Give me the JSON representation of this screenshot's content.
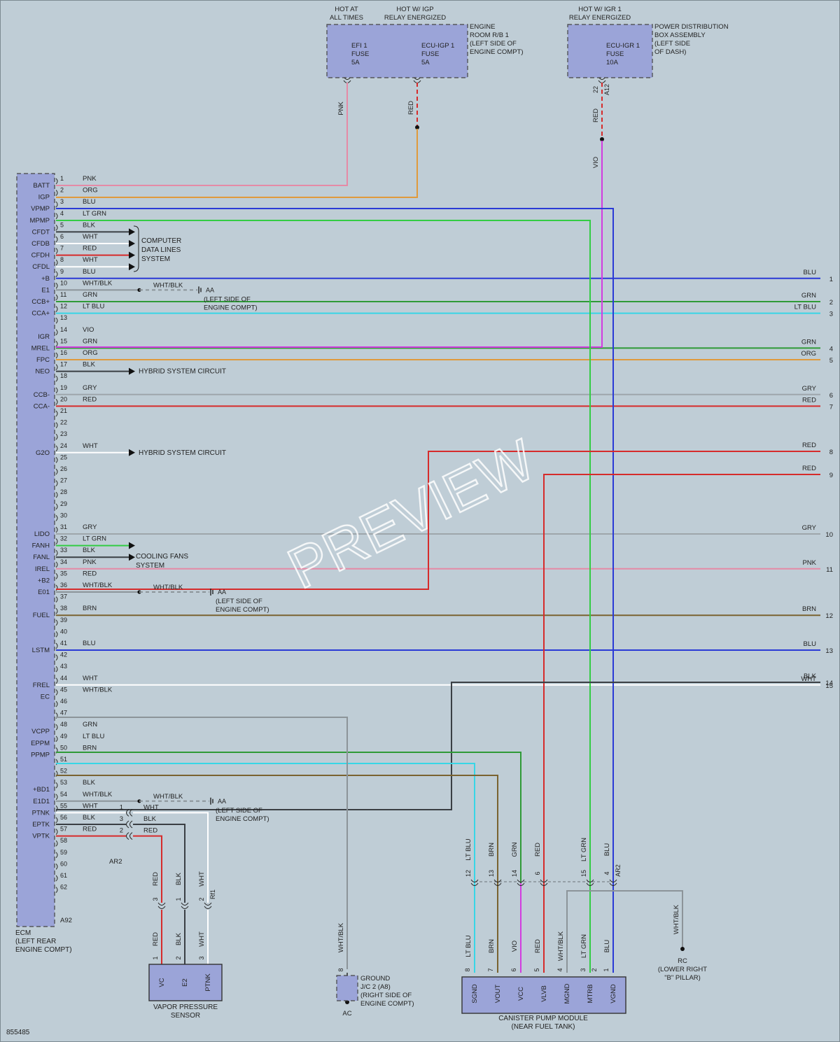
{
  "diagram_id": "855485",
  "watermark": "PREVIEW",
  "colors": {
    "PNK": "#e58aa6",
    "ORG": "#e09a3c",
    "BLU": "#2a3ad6",
    "LT GRN": "#33cc44",
    "BLK": "#3a3f44",
    "WHT": "#ffffff",
    "RED": "#d62b2b",
    "WHT/BLK": "#8c9499",
    "GRN": "#2f9a37",
    "LT BLU": "#38d6e6",
    "VIO": "#d23ce0",
    "GRY": "#9ea6ab",
    "BRN": "#7a6330"
  },
  "power_sources": [
    {
      "header": [
        "HOT AT",
        "ALL TIMES"
      ]
    },
    {
      "header": [
        "HOT W/ IGP",
        "RELAY ENERGIZED"
      ]
    },
    {
      "header": [
        "HOT W/ IGR 1",
        "RELAY ENERGIZED"
      ]
    }
  ],
  "fuse_boxes": [
    {
      "label": [
        "ENGINE",
        "ROOM R/B 1",
        "(LEFT SIDE OF",
        "ENGINE COMPT)"
      ]
    },
    {
      "label": [
        "POWER DISTRIBUTION",
        "BOX ASSEMBLY",
        "(LEFT SIDE",
        "OF DASH)"
      ]
    }
  ],
  "fuses": [
    {
      "lines": [
        "EFI 1",
        "FUSE",
        "5A"
      ]
    },
    {
      "lines": [
        "ECU-IGP 1",
        "FUSE",
        "5A"
      ]
    },
    {
      "lines": [
        "ECU-IGR 1",
        "FUSE",
        "10A"
      ]
    }
  ],
  "fuse_wires": [
    {
      "color": "PNK"
    },
    {
      "color": "RED"
    },
    {
      "color": "RED"
    },
    {
      "color": "VIO"
    }
  ],
  "fuse_connector": {
    "pin": "22",
    "name": "A12"
  },
  "ecm": {
    "label": [
      "ECM",
      "(LEFT REAR",
      "ENGINE COMPT)"
    ],
    "connector": "A92",
    "pins": [
      {
        "pin": "1",
        "term": "BATT",
        "wire": "PNK"
      },
      {
        "pin": "2",
        "term": "IGP",
        "wire": "ORG"
      },
      {
        "pin": "3",
        "term": "VPMP",
        "wire": "BLU"
      },
      {
        "pin": "4",
        "term": "MPMP",
        "wire": "LT GRN"
      },
      {
        "pin": "5",
        "term": "CFDT",
        "wire": "BLK"
      },
      {
        "pin": "6",
        "term": "CFDB",
        "wire": "WHT"
      },
      {
        "pin": "7",
        "term": "CFDH",
        "wire": "RED"
      },
      {
        "pin": "8",
        "term": "CFDL",
        "wire": "WHT"
      },
      {
        "pin": "9",
        "term": "+B",
        "wire": "BLU"
      },
      {
        "pin": "10",
        "term": "E1",
        "wire": "WHT/BLK"
      },
      {
        "pin": "11",
        "term": "CCB+",
        "wire": "GRN"
      },
      {
        "pin": "12",
        "term": "CCA+",
        "wire": "LT BLU"
      },
      {
        "pin": "13",
        "term": "",
        "wire": ""
      },
      {
        "pin": "14",
        "term": "IGR",
        "wire": "VIO"
      },
      {
        "pin": "15",
        "term": "MREL",
        "wire": "GRN"
      },
      {
        "pin": "16",
        "term": "FPC",
        "wire": "ORG"
      },
      {
        "pin": "17",
        "term": "NEO",
        "wire": "BLK"
      },
      {
        "pin": "18",
        "term": "",
        "wire": ""
      },
      {
        "pin": "19",
        "term": "CCB-",
        "wire": "GRY"
      },
      {
        "pin": "20",
        "term": "CCA-",
        "wire": "RED"
      },
      {
        "pin": "21",
        "term": "",
        "wire": ""
      },
      {
        "pin": "22",
        "term": "",
        "wire": ""
      },
      {
        "pin": "23",
        "term": "",
        "wire": ""
      },
      {
        "pin": "24",
        "term": "G2O",
        "wire": "WHT"
      },
      {
        "pin": "25",
        "term": "",
        "wire": ""
      },
      {
        "pin": "26",
        "term": "",
        "wire": ""
      },
      {
        "pin": "27",
        "term": "",
        "wire": ""
      },
      {
        "pin": "28",
        "term": "",
        "wire": ""
      },
      {
        "pin": "29",
        "term": "",
        "wire": ""
      },
      {
        "pin": "30",
        "term": "",
        "wire": ""
      },
      {
        "pin": "31",
        "term": "LIDO",
        "wire": "GRY"
      },
      {
        "pin": "32",
        "term": "FANH",
        "wire": "LT GRN"
      },
      {
        "pin": "33",
        "term": "FANL",
        "wire": "BLK"
      },
      {
        "pin": "34",
        "term": "IREL",
        "wire": "PNK"
      },
      {
        "pin": "35",
        "term": "+B2",
        "wire": "RED"
      },
      {
        "pin": "36",
        "term": "E01",
        "wire": "WHT/BLK"
      },
      {
        "pin": "37",
        "term": "",
        "wire": ""
      },
      {
        "pin": "38",
        "term": "FUEL",
        "wire": "BRN"
      },
      {
        "pin": "39",
        "term": "",
        "wire": ""
      },
      {
        "pin": "40",
        "term": "",
        "wire": ""
      },
      {
        "pin": "41",
        "term": "LSTM",
        "wire": "BLU"
      },
      {
        "pin": "42",
        "term": "",
        "wire": ""
      },
      {
        "pin": "43",
        "term": "",
        "wire": ""
      },
      {
        "pin": "44",
        "term": "FREL",
        "wire": "WHT"
      },
      {
        "pin": "45",
        "term": "EC",
        "wire": "WHT/BLK"
      },
      {
        "pin": "46",
        "term": "",
        "wire": ""
      },
      {
        "pin": "47",
        "term": "",
        "wire": ""
      },
      {
        "pin": "48",
        "term": "VCPP",
        "wire": "GRN"
      },
      {
        "pin": "49",
        "term": "EPPM",
        "wire": "LT BLU"
      },
      {
        "pin": "50",
        "term": "PPMP",
        "wire": "BRN"
      },
      {
        "pin": "51",
        "term": "",
        "wire": ""
      },
      {
        "pin": "52",
        "term": "",
        "wire": ""
      },
      {
        "pin": "53",
        "term": "+BD1",
        "wire": "BLK"
      },
      {
        "pin": "54",
        "term": "E1D1",
        "wire": "WHT/BLK"
      },
      {
        "pin": "55",
        "term": "PTNK",
        "wire": "WHT"
      },
      {
        "pin": "56",
        "term": "EPTK",
        "wire": "BLK"
      },
      {
        "pin": "57",
        "term": "VPTK",
        "wire": "RED"
      },
      {
        "pin": "58",
        "term": "",
        "wire": ""
      },
      {
        "pin": "59",
        "term": "",
        "wire": ""
      },
      {
        "pin": "60",
        "term": "",
        "wire": ""
      },
      {
        "pin": "61",
        "term": "",
        "wire": ""
      },
      {
        "pin": "62",
        "term": "",
        "wire": ""
      }
    ]
  },
  "right_outputs": [
    {
      "num": "1",
      "color": "BLU"
    },
    {
      "num": "2",
      "color": "GRN"
    },
    {
      "num": "3",
      "color": "LT BLU"
    },
    {
      "num": "4",
      "color": "GRN"
    },
    {
      "num": "5",
      "color": "ORG"
    },
    {
      "num": "6",
      "color": "GRY"
    },
    {
      "num": "7",
      "color": "RED"
    },
    {
      "num": "8",
      "color": "RED"
    },
    {
      "num": "9",
      "color": "RED"
    },
    {
      "num": "10",
      "color": "GRY"
    },
    {
      "num": "11",
      "color": "PNK"
    },
    {
      "num": "12",
      "color": "BRN"
    },
    {
      "num": "13",
      "color": "BLU"
    },
    {
      "num": "14",
      "color": "BLK"
    },
    {
      "num": "15",
      "color": "WHT"
    }
  ],
  "notes": {
    "data_lines": [
      "COMPUTER",
      "DATA LINES",
      "SYSTEM"
    ],
    "hybrid": "HYBRID SYSTEM CIRCUIT",
    "cooling": [
      "COOLING FANS",
      "SYSTEM"
    ],
    "ground_aa": "AA",
    "ground_aa_loc": [
      "(LEFT SIDE OF",
      "ENGINE COMPT)"
    ]
  },
  "vapor_sensor": {
    "label": [
      "VAPOR PRESSURE",
      "SENSOR"
    ],
    "terminals": [
      "VC",
      "E2",
      "PTNK"
    ],
    "pins": [
      "1",
      "2",
      "3"
    ],
    "upper_pins": [
      "3",
      "1",
      "2"
    ],
    "wires": [
      "RED",
      "BLK",
      "WHT"
    ],
    "ecm_side": [
      {
        "pin": "1",
        "color": "WHT"
      },
      {
        "pin": "3",
        "color": "BLK"
      },
      {
        "pin": "2",
        "color": "RED"
      }
    ],
    "connector_a": "AR2",
    "connector_b": "Rf1"
  },
  "ground_jc": {
    "label": [
      "GROUND",
      "J/C 2 (A8)",
      "(RIGHT SIDE OF",
      "ENGINE COMPT)"
    ],
    "pin": "8",
    "wire": "WHT/BLK",
    "bottom": "AC"
  },
  "canister": {
    "label": [
      "CANISTER PUMP MODULE",
      "(NEAR FUEL TANK)"
    ],
    "terminals": [
      "SGND",
      "VOUT",
      "VCC",
      "VLVB",
      "MGND",
      "MTRB",
      "VGND"
    ],
    "pins": [
      "8",
      "7",
      "6",
      "5",
      "4",
      "3",
      "2",
      "1"
    ],
    "wires_below": [
      "LT BLU",
      "BRN",
      "VIO",
      "RED",
      "WHT/BLK",
      "LT GRN",
      "BLU"
    ],
    "upper_pins": [
      "12",
      "13",
      "14",
      "6",
      "15",
      "4"
    ],
    "wires_above": [
      "LT BLU",
      "BRN",
      "GRN",
      "RED",
      "LT GRN",
      "BLU"
    ],
    "connector": "AR2"
  },
  "ground_rc": {
    "label": [
      "RC",
      "(LOWER RIGHT",
      "\"B\" PILLAR)"
    ],
    "wire": "WHT/BLK"
  }
}
